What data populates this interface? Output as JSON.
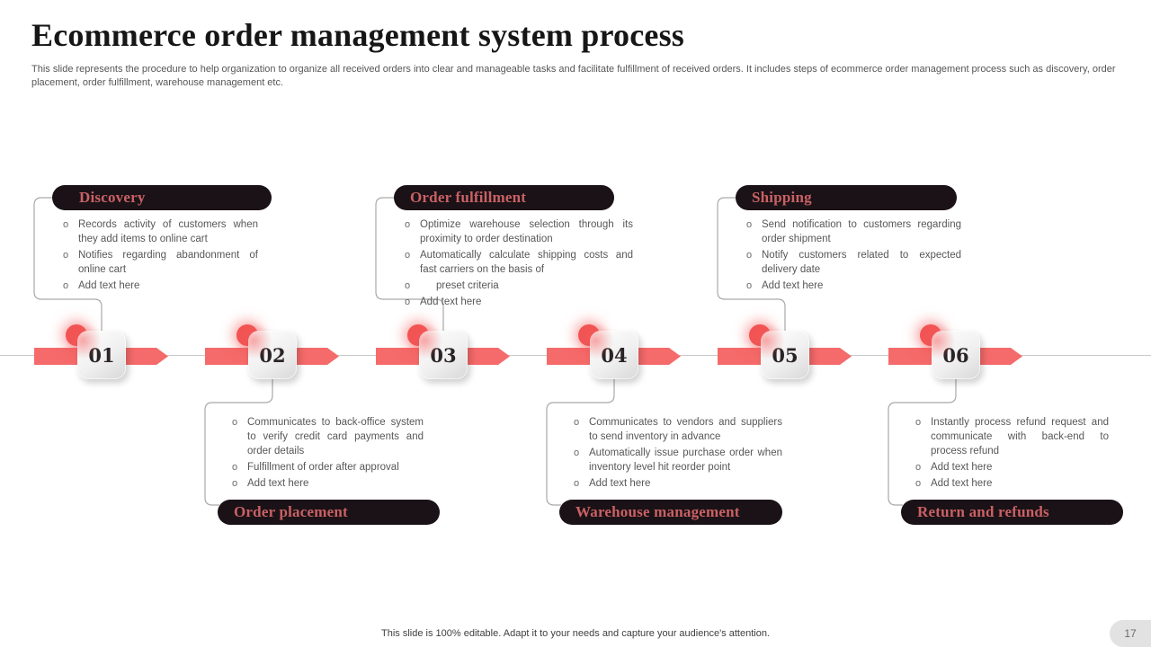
{
  "slide": {
    "title": "Ecommerce order management system process",
    "subtitle": "This slide represents the procedure to help organization to organize all received orders into clear and manageable tasks and facilitate fulfillment of received orders. It includes steps of ecommerce order management process such as discovery, order placement, order fulfillment, warehouse management etc.",
    "footer": "This slide is 100% editable. Adapt it to your needs and capture your audience's attention.",
    "page_number": "17"
  },
  "bullet": {
    "marker": "o"
  },
  "colors": {
    "accent_red": "#f56a6a",
    "dot_red": "#f25353",
    "pill_background": "#1a1216",
    "pill_text": "#c96165",
    "body_text": "#575757",
    "connector_gray": "#a9a9a9"
  },
  "steps": [
    {
      "number": "01"
    },
    {
      "number": "02"
    },
    {
      "number": "03"
    },
    {
      "number": "04"
    },
    {
      "number": "05"
    },
    {
      "number": "06"
    }
  ],
  "blocks": [
    {
      "title": "Discovery",
      "position": "top",
      "items": [
        "Records activity of customers when they add items to online cart",
        "Notifies regarding abandonment of online cart",
        "Add text here"
      ]
    },
    {
      "title": "Order placement",
      "position": "bottom",
      "items": [
        "Communicates to back-office system to verify credit card payments and order details",
        "Fulfillment of order after approval",
        "Add text here"
      ]
    },
    {
      "title": "Order fulfillment",
      "position": "top",
      "items": [
        "Optimize warehouse selection through its proximity to order destination",
        "Automatically calculate shipping costs and fast carriers on the basis of",
        "preset criteria",
        "Add text here"
      ]
    },
    {
      "title": "Warehouse management",
      "position": "bottom",
      "items": [
        "Communicates to vendors and suppliers to send inventory in advance",
        "Automatically issue purchase order when inventory level hit reorder point",
        "Add text here"
      ]
    },
    {
      "title": "Shipping",
      "position": "top",
      "items": [
        "Send notification to customers regarding order shipment",
        "Notify customers related to expected delivery date",
        "Add text here"
      ]
    },
    {
      "title": "Return and refunds",
      "position": "bottom",
      "items": [
        "Instantly process refund request and communicate with back-end to process refund",
        "Add text here",
        "Add text here"
      ]
    }
  ]
}
